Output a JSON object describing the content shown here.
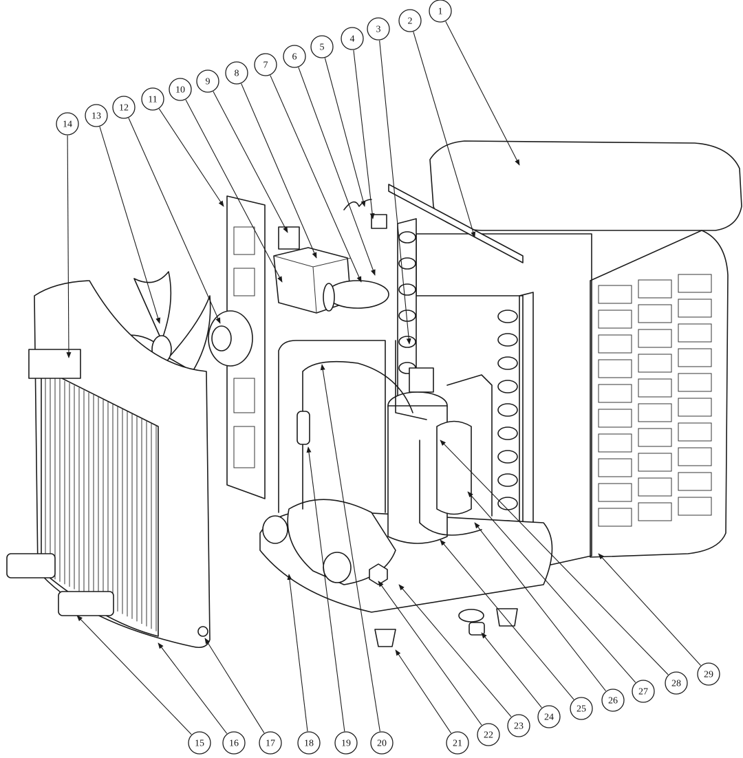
{
  "callouts": [
    "1",
    "2",
    "3",
    "4",
    "5",
    "6",
    "7",
    "8",
    "9",
    "10",
    "11",
    "12",
    "13",
    "14",
    "15",
    "16",
    "17",
    "18",
    "19",
    "20",
    "21",
    "22",
    "23",
    "24",
    "25",
    "26",
    "27",
    "28",
    "29"
  ]
}
